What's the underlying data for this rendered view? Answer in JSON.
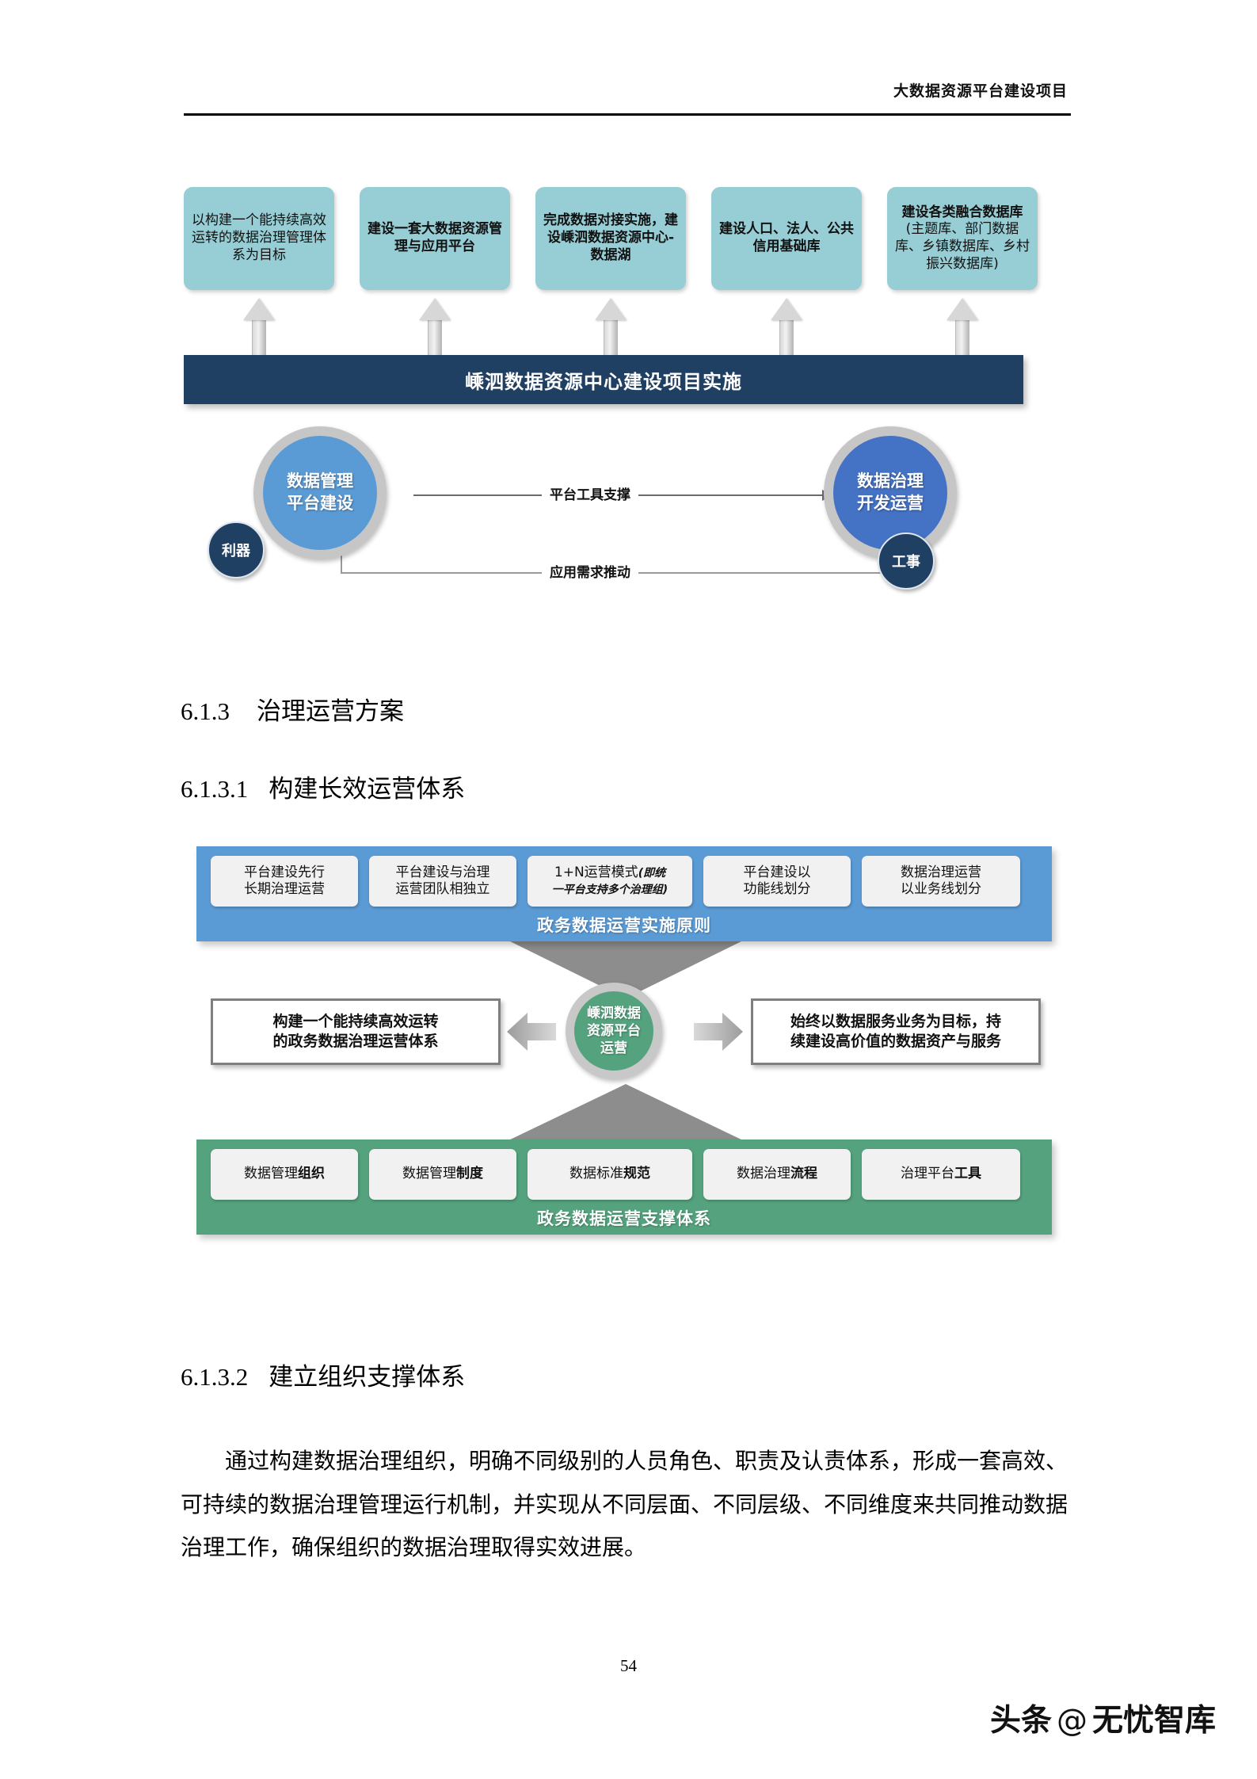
{
  "header": {
    "title": "大数据资源平台建设项目"
  },
  "figure1": {
    "top_boxes": [
      {
        "text": "以构建一个能持续高效运转的数据治理管理体系为目标",
        "bold": false
      },
      {
        "text": "建设一套大数据资源管理与应用平台",
        "bold": true
      },
      {
        "text": "完成数据对接实施，建设嵊泗数据资源中心-数据湖",
        "bold": true
      },
      {
        "text": "建设人口、法人、公共信用基础库",
        "bold": true
      },
      {
        "bold_part": "建设各类融合数据库",
        "normal_part": "(主题库、部门数据库、乡镇数据库、乡村振兴数据库)"
      }
    ],
    "banner": "嵊泗数据资源中心建设项目实施",
    "left_circle": {
      "line1": "数据管理",
      "line2": "平台建设",
      "badge": "利器"
    },
    "right_circle": {
      "line1": "数据治理",
      "line2": "开发运营",
      "badge": "工事"
    },
    "connector_top": "平台工具支撑",
    "connector_bottom": "应用需求推动"
  },
  "headings": {
    "h613": {
      "num": "6.1.3",
      "text": "治理运营方案"
    },
    "h6131": {
      "num": "6.1.3.1",
      "text": "构建长效运营体系"
    },
    "h6132": {
      "num": "6.1.3.2",
      "text": "建立组织支撑体系"
    }
  },
  "figure2": {
    "blue_band_label": "政务数据运营实施原则",
    "blue_chips": [
      {
        "line1": "平台建设先行",
        "line2": "长期治理运营"
      },
      {
        "line1": "平台建设与治理",
        "line2": "运营团队相独立"
      },
      {
        "main": "1+N运营模式",
        "italic1": "(即统",
        "italic2": "一平台支持多个治理组)"
      },
      {
        "line1": "平台建设以",
        "line2": "功能线划分"
      },
      {
        "line1": "数据治理运营",
        "line2": "以业务线划分"
      }
    ],
    "center_circle": {
      "line1": "嵊泗数据",
      "line2": "资源平台",
      "line3": "运营"
    },
    "left_box": {
      "line1": "构建一个能持续高效运转",
      "line2": "的政务数据治理运营体系"
    },
    "right_box": {
      "line1": "始终以数据服务业务为目标，持",
      "line2": "续建设高价值的数据资产与服务"
    },
    "green_band_label": "政务数据运营支撑体系",
    "green_chips": [
      {
        "normal": "数据管理",
        "bold": "组织"
      },
      {
        "normal": "数据管理",
        "bold": "制度"
      },
      {
        "normal": "数据标准",
        "bold": "规范"
      },
      {
        "normal": "数据治理",
        "bold": "流程"
      },
      {
        "normal": "治理平台",
        "bold": "工具"
      }
    ]
  },
  "body": {
    "paragraph": "通过构建数据治理组织，明确不同级别的人员角色、职责及认责体系，形成一套高效、可持续的数据治理管理运行机制，并实现从不同层面、不同层级、不同维度来共同推动数据治理工作，确保组织的数据治理取得实效进展。"
  },
  "footer": {
    "page_number": "54",
    "watermark_left": "头条",
    "watermark_at": "@",
    "watermark_right": "无忧智库"
  }
}
